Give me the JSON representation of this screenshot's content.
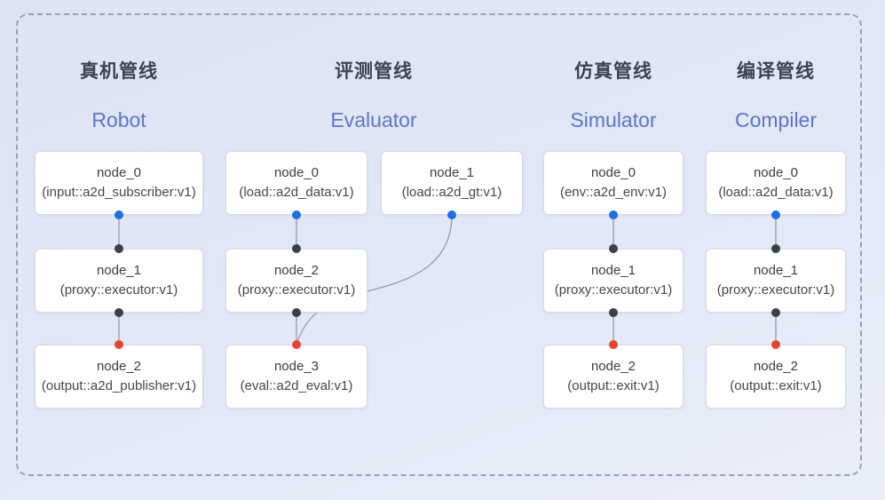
{
  "diagram": {
    "kind": "pipeline-node-graph",
    "pipelines": [
      {
        "cn": "真机管线",
        "en": "Robot",
        "nodes": [
          {
            "title": "node_0",
            "subtitle": "(input::a2d_subscriber:v1)"
          },
          {
            "title": "node_1",
            "subtitle": "(proxy::executor:v1)"
          },
          {
            "title": "node_2",
            "subtitle": "(output::a2d_publisher:v1)"
          }
        ]
      },
      {
        "cn": "评测管线",
        "en": "Evaluator",
        "nodes": [
          {
            "title": "node_0",
            "subtitle": "(load::a2d_data:v1)"
          },
          {
            "title": "node_1",
            "subtitle": "(load::a2d_gt:v1)"
          },
          {
            "title": "node_2",
            "subtitle": "(proxy::executor:v1)"
          },
          {
            "title": "node_3",
            "subtitle": "(eval::a2d_eval:v1)"
          }
        ]
      },
      {
        "cn": "仿真管线",
        "en": "Simulator",
        "nodes": [
          {
            "title": "node_0",
            "subtitle": "(env::a2d_env:v1)"
          },
          {
            "title": "node_1",
            "subtitle": "(proxy::executor:v1)"
          },
          {
            "title": "node_2",
            "subtitle": "(output::exit:v1)"
          }
        ]
      },
      {
        "cn": "编译管线",
        "en": "Compiler",
        "nodes": [
          {
            "title": "node_0",
            "subtitle": "(load::a2d_data:v1)"
          },
          {
            "title": "node_1",
            "subtitle": "(proxy::executor:v1)"
          },
          {
            "title": "node_2",
            "subtitle": "(output::exit:v1)"
          }
        ]
      }
    ],
    "connections": [
      "robot: node_0 -> node_1 -> node_2",
      "evaluator: node_0 -> node_2 -> node_3, node_1 -> node_3 (curved edge)",
      "simulator: node_0 -> node_1 -> node_2",
      "compiler: node_0 -> node_1 -> node_2"
    ]
  },
  "colors": {
    "port_output_blue": "#1a6ee8",
    "port_input_dark": "#3c4046",
    "port_result_red": "#e9432f",
    "edge_gray": "#929cae",
    "header_cn": "#3d4250",
    "header_en": "#5c77c7",
    "background": "#e2e8f6",
    "node_background": "#ffffff",
    "dashed_border": "#99a1b0"
  }
}
